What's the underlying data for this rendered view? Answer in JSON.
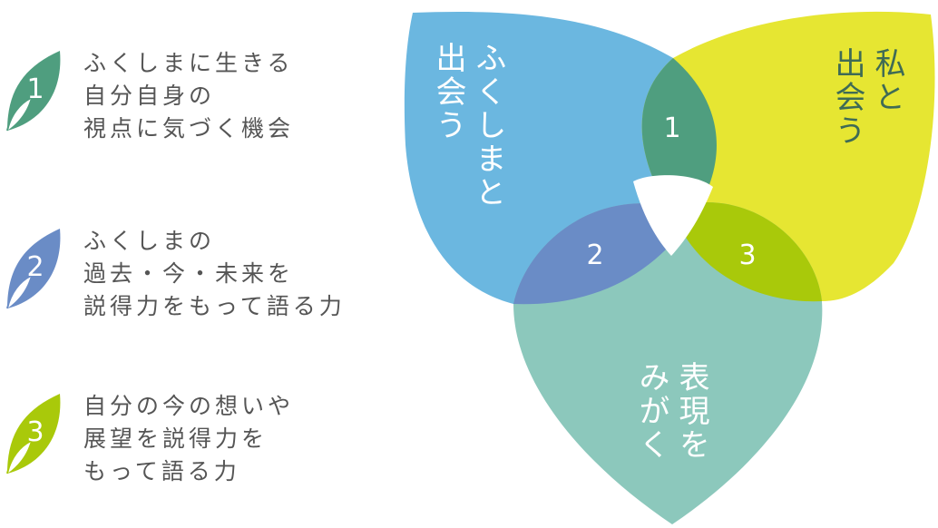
{
  "legend": [
    {
      "number": "1",
      "lines": [
        "ふくしまに生きる",
        "自分自身の",
        "視点に気づく機会"
      ],
      "color": "#4f9e7f"
    },
    {
      "number": "2",
      "lines": [
        "ふくしまの",
        "過去・今・未来を",
        "説得力をもって語る力"
      ],
      "color": "#6a8cc6"
    },
    {
      "number": "3",
      "lines": [
        "自分の今の想いや",
        "展望を説得力を",
        "もって語る力"
      ],
      "color": "#a9c90a"
    }
  ],
  "diagram": {
    "petal_fukushima": {
      "lines": [
        "ふくしまと",
        "出会う"
      ],
      "color": "#6bb7e0",
      "text_color": "#ffffff"
    },
    "petal_self": {
      "lines": [
        "私と",
        "出会う"
      ],
      "color": "#e6e632",
      "text_color": "#3f6b55"
    },
    "petal_expression": {
      "lines": [
        "表現を",
        "みがく"
      ],
      "color": "#8cc8bc",
      "text_color": "#ffffff"
    },
    "overlap_labels": [
      "1",
      "2",
      "3"
    ],
    "overlap_colors": [
      "#4f9e7f",
      "#6a8cc6",
      "#a9c90a"
    ]
  }
}
